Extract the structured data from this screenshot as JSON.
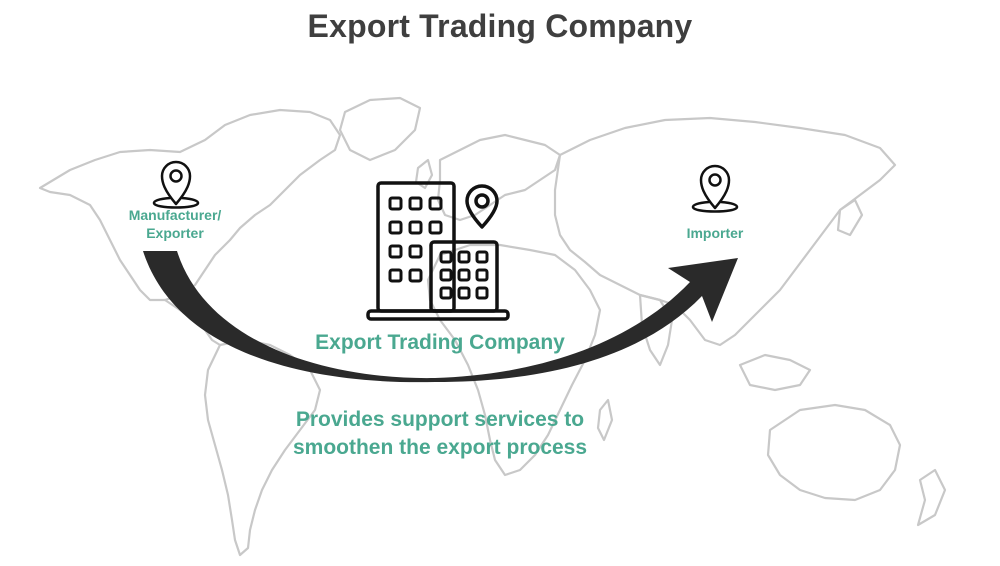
{
  "title": "Export Trading Company",
  "nodes": {
    "exporter": {
      "label_line1": "Manufacturer/",
      "label_line2": "Exporter"
    },
    "importer": {
      "label": "Importer"
    },
    "company": {
      "label": "Export Trading Company"
    }
  },
  "description": {
    "line1": "Provides support services to",
    "line2": "smoothen the export process"
  },
  "colors": {
    "accent": "#4aa890",
    "title": "#3f3f3f",
    "map_outline": "#c8c8c8",
    "arrow": "#2a2a2a",
    "icon": "#111111"
  },
  "icons": [
    "map-pin-icon",
    "office-building-icon"
  ]
}
